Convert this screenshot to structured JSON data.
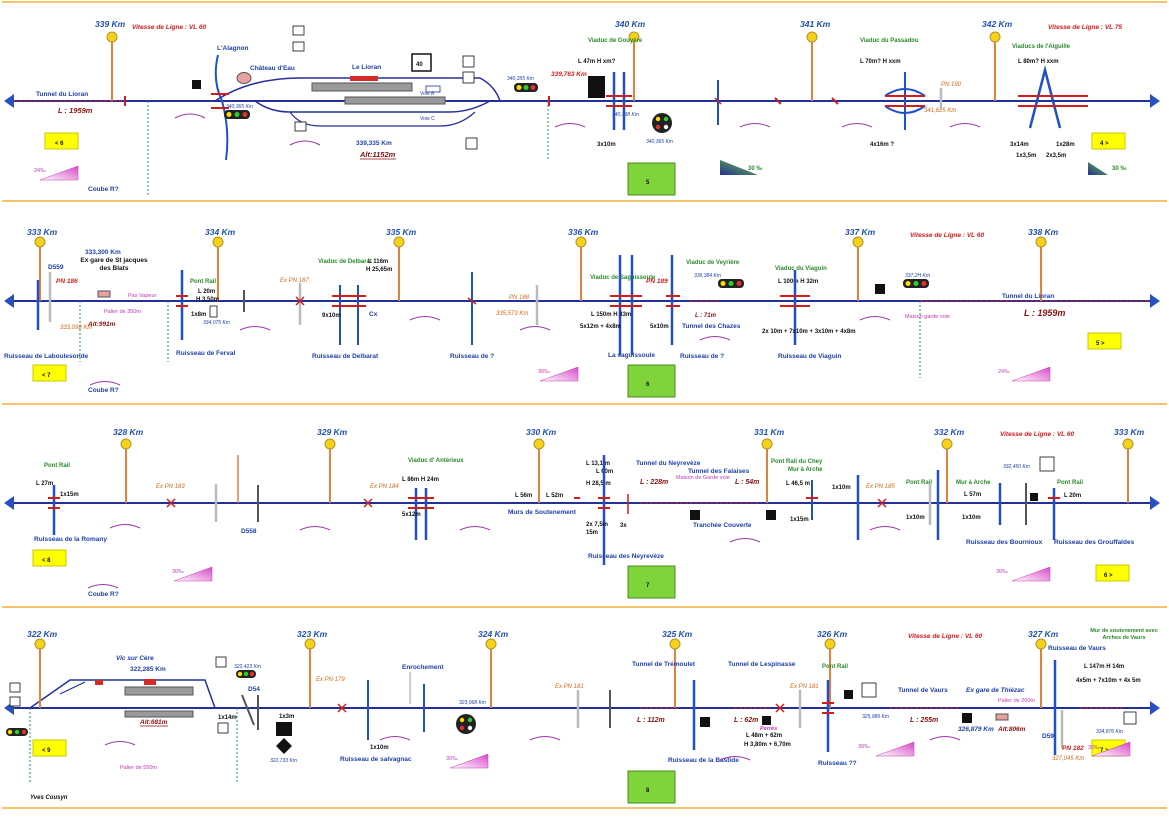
{
  "author": "Yves Cousyn",
  "colors": {
    "track": "#23309a",
    "pole": "#e0823a",
    "lamp": "#f4d21a",
    "divider": "#f0b23a",
    "bridge": "#2050c8",
    "red": "#d41c1c",
    "green_box": "#7fd33b",
    "yellow_box": "#ffff00",
    "gradient": "#d946c8"
  },
  "sheets": [
    {
      "id": "sheet-5",
      "number": "5",
      "nav_left": "< 6",
      "nav_right": "4 >",
      "speed": [
        {
          "text": "Vitesse de Ligne : VL 60"
        },
        {
          "text": "Vitesse de Ligne : VL 75"
        }
      ],
      "km_posts": [
        "339 Km",
        "340 Km",
        "341 Km",
        "342 Km"
      ],
      "texts": {
        "tunnel": "Tunnel du Lioran",
        "tunnel_len": "L : 1959m",
        "station": "Le Lioran",
        "station_speed": "40",
        "station_km": "339,335 Km",
        "station_alt": "Alt:1152m",
        "alagnon": "L'Alagnon",
        "chateau": "Château d'Eau",
        "km_a": "340,355 Km",
        "km_b": "339,763 Km",
        "km_c": "340,365 Km",
        "km_d": "340,398 Km",
        "km_e": "341,625 Km",
        "viaduc_gouyere": "Viaduc de Gouyère",
        "gouyere_len": "L 47m H xm?",
        "viaduc_passadou": "Viaduc du Passadou",
        "passadou_len": "L 70m? H xxm",
        "viaduc_aiguille": "Viaducs de l'Aiguille",
        "aiguille_len": "L 80m? H xxm",
        "pn190": "PN 190",
        "span_a": "3x10m",
        "span_b": "4x16m ?",
        "span_c": "3x14m",
        "span_d": "1x28m",
        "span_e": "1x3,5m",
        "span_f": "2x3,5m",
        "grad_left": "24‰",
        "grad_right_a": "30 ‰",
        "grad_right_b": "30 ‰",
        "courbe": "Coube R?",
        "voie_a": "Voie A",
        "voie_c": "Voie C"
      }
    },
    {
      "id": "sheet-6",
      "number": "6",
      "nav_left": "< 7",
      "nav_right": "5 >",
      "speed": [
        {
          "text": "Vitesse de Ligne : VL 60"
        }
      ],
      "km_posts": [
        "333 Km",
        "334 Km",
        "335 Km",
        "336 Km",
        "337 Km",
        "338 Km"
      ],
      "texts": {
        "d559": "D559",
        "pn186": "PN 186",
        "ex_gare": "Ex gare de St jacques des Blats",
        "ex_gare_km": "333,300 Km",
        "ex_gare_km2": "333,098 Km",
        "alt": "Alt:991m",
        "pas_vapeur": "Pas Vapeur",
        "palier": "Palier de 350m",
        "pont_rail": "Pont Rail",
        "pont_rail_len": "L 20m",
        "pont_rail_h": "H 3,50m",
        "pont_rail_km": "334,075 Km",
        "span_1x8": "1x8m",
        "ex_pn187": "Ex PN 187",
        "viaduc_delbarat": "Viaduc de Delbarat",
        "delbarat_len": "L 116m",
        "delbarat_h": "H 25,65m",
        "span_9x10": "9x10m",
        "cx": "Cx",
        "pn188": "PN 188",
        "pn188_km": "335,573 Km",
        "viaduc_saguissoule": "Viaduc de Saguissoule",
        "saguissoule_len": "L 150m H 33m",
        "span_5x12": "5x12m + 4x8m",
        "pn189": "PN 189",
        "viaduc_veyriere": "Viaduc de Veyrière",
        "span_5x10": "5x10m",
        "tunnel_chazes": "Tunnel des Chazes",
        "chazes_len": "L : 71m",
        "km_336": "336,384 Km",
        "viaduc_viaguin": "Viaduc du Viaguin",
        "viaguin_len": "L 100m H 32m",
        "span_viaguin": "2x 10m + 7x10m + 3x10m + 4x8m",
        "km_337": "337,2H Km",
        "maison": "Maison garde voie",
        "tunnel_lioran": "Tunnel du Lioran",
        "tunnel_lioran_len": "L : 1959m",
        "r_laboulesonde": "Ruisseau de Laboulesonde",
        "r_ferval": "Ruisseau de Ferval",
        "r_delbarat": "Ruisseau de Delbarat",
        "r_q1": "Ruisseau de ?",
        "la_saguissoule": "La saguissoule",
        "r_q2": "Ruisseau de ?",
        "r_viaguin": "Ruisseau de Viaguin",
        "grad_a": "30‰",
        "grad_b": "24‰",
        "courbe": "Coube R?"
      }
    },
    {
      "id": "sheet-7",
      "number": "7",
      "nav_left": "< 8",
      "nav_right": "6 >",
      "speed": [
        {
          "text": "Vitesse de Ligne : VL 60"
        }
      ],
      "km_posts": [
        "328 Km",
        "329 Km",
        "330 Km",
        "331 Km",
        "332 Km",
        "333 Km"
      ],
      "texts": {
        "pont_rail_a": "Pont Rail",
        "pont_a_len": "L 27m",
        "span_1x15": "1x15m",
        "ex_pn183": "Ex PN 183",
        "d558": "D558",
        "ex_pn184": "Ex PN 184",
        "viaduc_anterieux": "Viaduc d' Antérieux",
        "anterieux_len": "L 86m H 24m",
        "span_5x12": "5x12m",
        "l56": "L 56m",
        "murs": "Murs de Soutenement",
        "l52": "L 52m",
        "neyreveze_len": "L 13,1 m",
        "neyreveze_l60": "L 60m",
        "neyreveze_h": "H 28,5 m",
        "tunnel_neyreveze": "Tunnel du Neyrevèze",
        "neyreveze_tl": "L : 228m",
        "span_2x75": "2x 7,5m",
        "span_15": "15m",
        "span_3x": "3x",
        "maison": "Maison de Garde voie",
        "tunnel_falaises": "Tunnel des Falaises",
        "falaises_len": "L : 54m",
        "tranchee": "Tranchée Couverte",
        "pont_chey": "Pont Rail du Chey",
        "mur_arche_a": "Mur à Arche",
        "chey_len": "L 46,5 m",
        "span_1x15b": "1x15m",
        "span_1x10a": "1x10m",
        "ex_pn185": "Ex PN 185",
        "pont_rail_b": "Pont Rail",
        "span_1x10b": "1x10m",
        "mur_arche_b": "Mur à Arche",
        "l57": "L 57m",
        "span_1x10c": "1x10m",
        "km_332": "332,450 Km",
        "pont_rail_c": "Pont Rail",
        "l20": "L 20m",
        "r_romany": "Ruisseau de la Romany",
        "r_neyreveze": "Ruisseau des Neyrevèze",
        "r_bournioux": "Ruisseau des Bournioux",
        "r_grouffaldes": "Ruisseau des Grouffaldes",
        "grad_a": "30‰",
        "grad_b": "30‰",
        "courbe": "Coube R?"
      }
    },
    {
      "id": "sheet-8",
      "number": "8",
      "nav_left": "< 9",
      "nav_right": "7 >",
      "speed": [
        {
          "text": "Vitesse de Ligne : VL 60"
        }
      ],
      "km_posts": [
        "322 Km",
        "323 Km",
        "324 Km",
        "325 Km",
        "326 Km",
        "327 Km"
      ],
      "texts": {
        "vic": "Vic sur Cère",
        "vic_km": "322,285 Km",
        "vic_alt": "Alt:681m",
        "km_322": "322,423 Km",
        "d54": "D54",
        "span_1x14": "1x14m",
        "span_1x3": "1x3m",
        "km_322b": "322,733 Km",
        "palier": "Palier de 550m",
        "ex_pn179": "Ex PN 179",
        "enrochement": "Enrochement",
        "span_1x10": "1x10m",
        "r_salvagnac": "Ruisseau de salvagnac",
        "km_323": "323,968 Km",
        "ex_pn181a": "Ex PN 181",
        "tunnel_tremoulet": "Tunnel de Trémoulet",
        "tremoulet_len": "L : 112m",
        "r_bastide": "Ruisseau de la Bastide",
        "tunnel_lespinasse": "Tunnel de Lespinasse",
        "lespinasse_len": "L : 62m",
        "perres": "Perrés",
        "perres_len": "L 48m + 62m",
        "perres_h": "H 3,80m + 6,70m",
        "ex_pn181b": "Ex PN 181",
        "pont_rail": "Pont Rail",
        "r_qq": "Ruisseau ??",
        "tunnel_vaurs": "Tunnel de Vaurs",
        "vaurs_len": "L : 255m",
        "km_325": "325,989 Km",
        "ex_gare": "Ex gare de Thiézac",
        "palier_b": "Palier de 200m",
        "ex_gare_km": "326,879 Km",
        "ex_gare_alt": "Alt:806m",
        "r_vaurs": "Ruisseau de Vaurs",
        "d59": "D59",
        "pn182": "PN 182",
        "km_327": "327,045 Km",
        "mur": "Mur de soutenement avec Arches de Vaurs",
        "mur_len": "L 147m H 14m",
        "mur_spans": "4x5m + 7x10m + 4x 5m",
        "km_327b": "334,876 Km",
        "grad_a": "30‰",
        "grad_b": "30‰",
        "grad_c": "30‰"
      }
    }
  ]
}
